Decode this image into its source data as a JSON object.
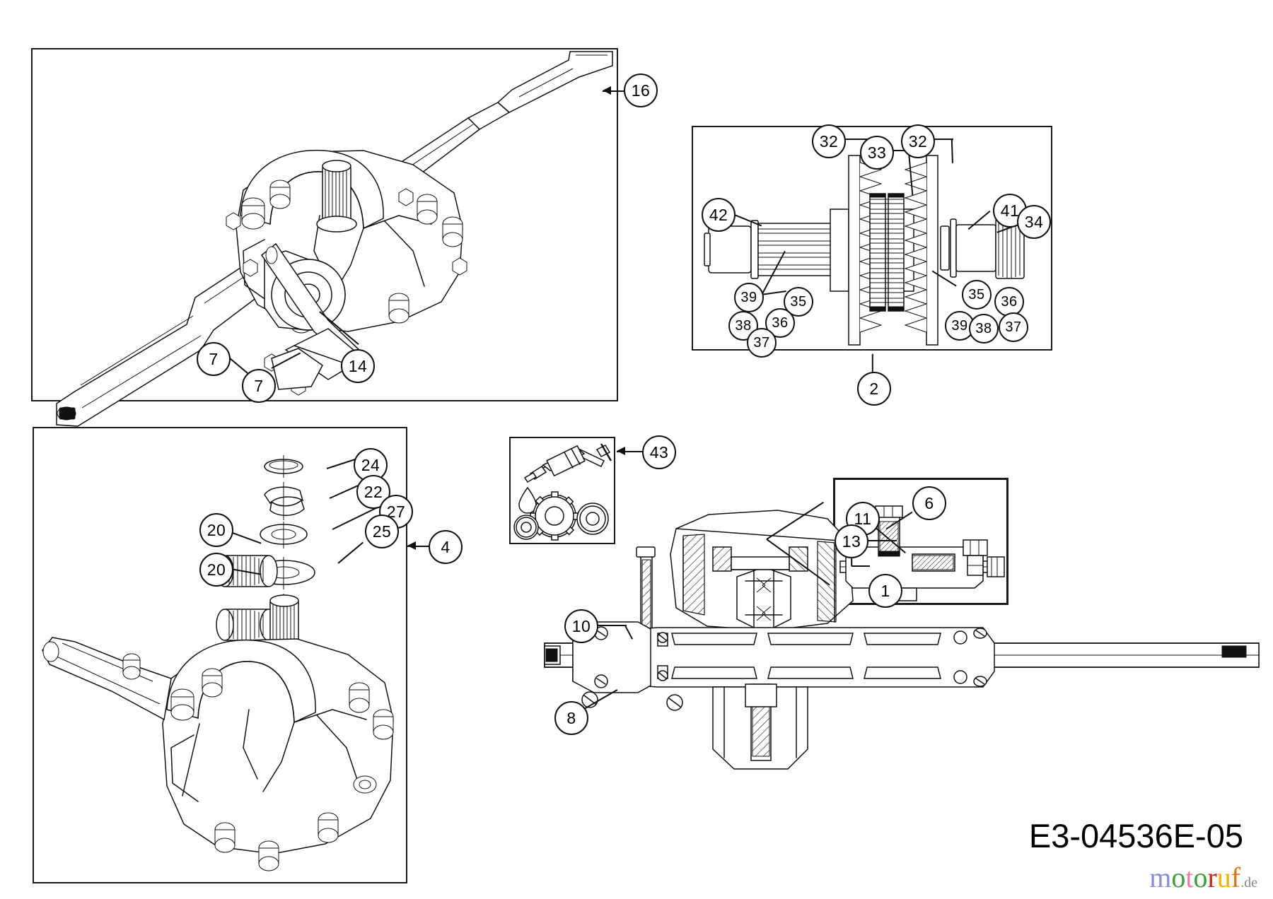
{
  "diagram": {
    "id_label": "E3-04536E-05",
    "watermark": {
      "letters": [
        {
          "char": "m",
          "color": "#8a8ed6"
        },
        {
          "char": "o",
          "color": "#3aa03a"
        },
        {
          "char": "t",
          "color": "#e87ba8"
        },
        {
          "char": "o",
          "color": "#3aa03a"
        },
        {
          "char": "r",
          "color": "#d02020"
        },
        {
          "char": "u",
          "color": "#f0b400"
        },
        {
          "char": "f",
          "color": "#e07010"
        }
      ],
      "suffix": ".de"
    }
  },
  "panels": {
    "top_left": {
      "name": "transaxle-assembly-isometric",
      "callouts": [
        {
          "id": "c16",
          "label": "16"
        },
        {
          "id": "c7a",
          "label": "7"
        },
        {
          "id": "c7b",
          "label": "7"
        },
        {
          "id": "c14",
          "label": "14"
        }
      ]
    },
    "top_right": {
      "name": "clutch-pack-assembly",
      "callouts": [
        {
          "id": "c32a",
          "label": "32"
        },
        {
          "id": "c33",
          "label": "33"
        },
        {
          "id": "c32b",
          "label": "32"
        },
        {
          "id": "c42",
          "label": "42"
        },
        {
          "id": "c41",
          "label": "41"
        },
        {
          "id": "c34",
          "label": "34"
        },
        {
          "id": "c39a",
          "label": "39"
        },
        {
          "id": "c35a",
          "label": "35"
        },
        {
          "id": "c38a",
          "label": "38"
        },
        {
          "id": "c36a",
          "label": "36"
        },
        {
          "id": "c37a",
          "label": "37"
        },
        {
          "id": "c35b",
          "label": "35"
        },
        {
          "id": "c36b",
          "label": "36"
        },
        {
          "id": "c39b",
          "label": "39"
        },
        {
          "id": "c38b",
          "label": "38"
        },
        {
          "id": "c37b",
          "label": "37"
        },
        {
          "id": "c2",
          "label": "2"
        }
      ]
    },
    "bottom_left": {
      "name": "transaxle-housing-exploded",
      "callouts": [
        {
          "id": "c24",
          "label": "24"
        },
        {
          "id": "c22",
          "label": "22"
        },
        {
          "id": "c27",
          "label": "27"
        },
        {
          "id": "c25",
          "label": "25"
        },
        {
          "id": "c20a",
          "label": "20"
        },
        {
          "id": "c20b",
          "label": "20"
        },
        {
          "id": "c4",
          "label": "4"
        }
      ]
    },
    "lubricant": {
      "name": "lubricant-symbol-box",
      "callouts": [
        {
          "id": "c43",
          "label": "43"
        }
      ]
    },
    "bottom_right": {
      "name": "transaxle-cross-section",
      "callouts": [
        {
          "id": "c10",
          "label": "10"
        },
        {
          "id": "c8",
          "label": "8"
        }
      ]
    },
    "detail_inset": {
      "name": "detail-inset-view",
      "callouts": [
        {
          "id": "c11",
          "label": "11"
        },
        {
          "id": "c6",
          "label": "6"
        },
        {
          "id": "c13",
          "label": "13"
        },
        {
          "id": "c1",
          "label": "1"
        }
      ]
    }
  }
}
